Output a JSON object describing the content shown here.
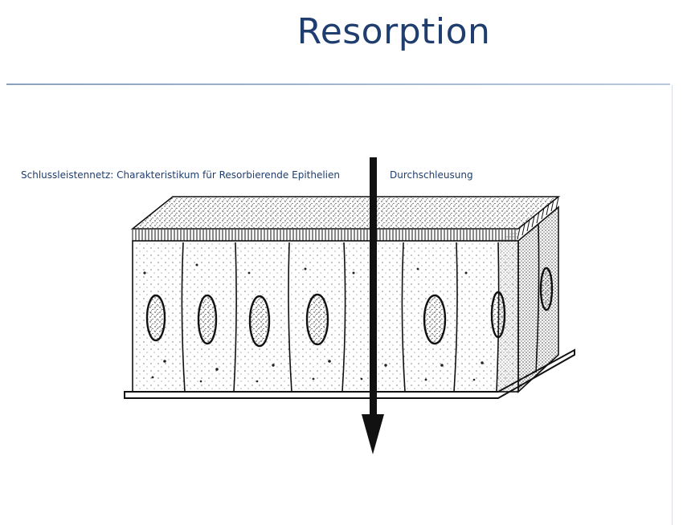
{
  "slide": {
    "title": "Resorption",
    "label_left": "Schlussleistennetz: Charakteristikum für Resorbierende Epithelien",
    "label_right": "Durchschleusung"
  },
  "colors": {
    "title": "#1f3d6e",
    "rule": "#8aa2c0",
    "ink": "#111111"
  },
  "icons": [
    "epithelium-illustration",
    "arrow-down-icon"
  ]
}
